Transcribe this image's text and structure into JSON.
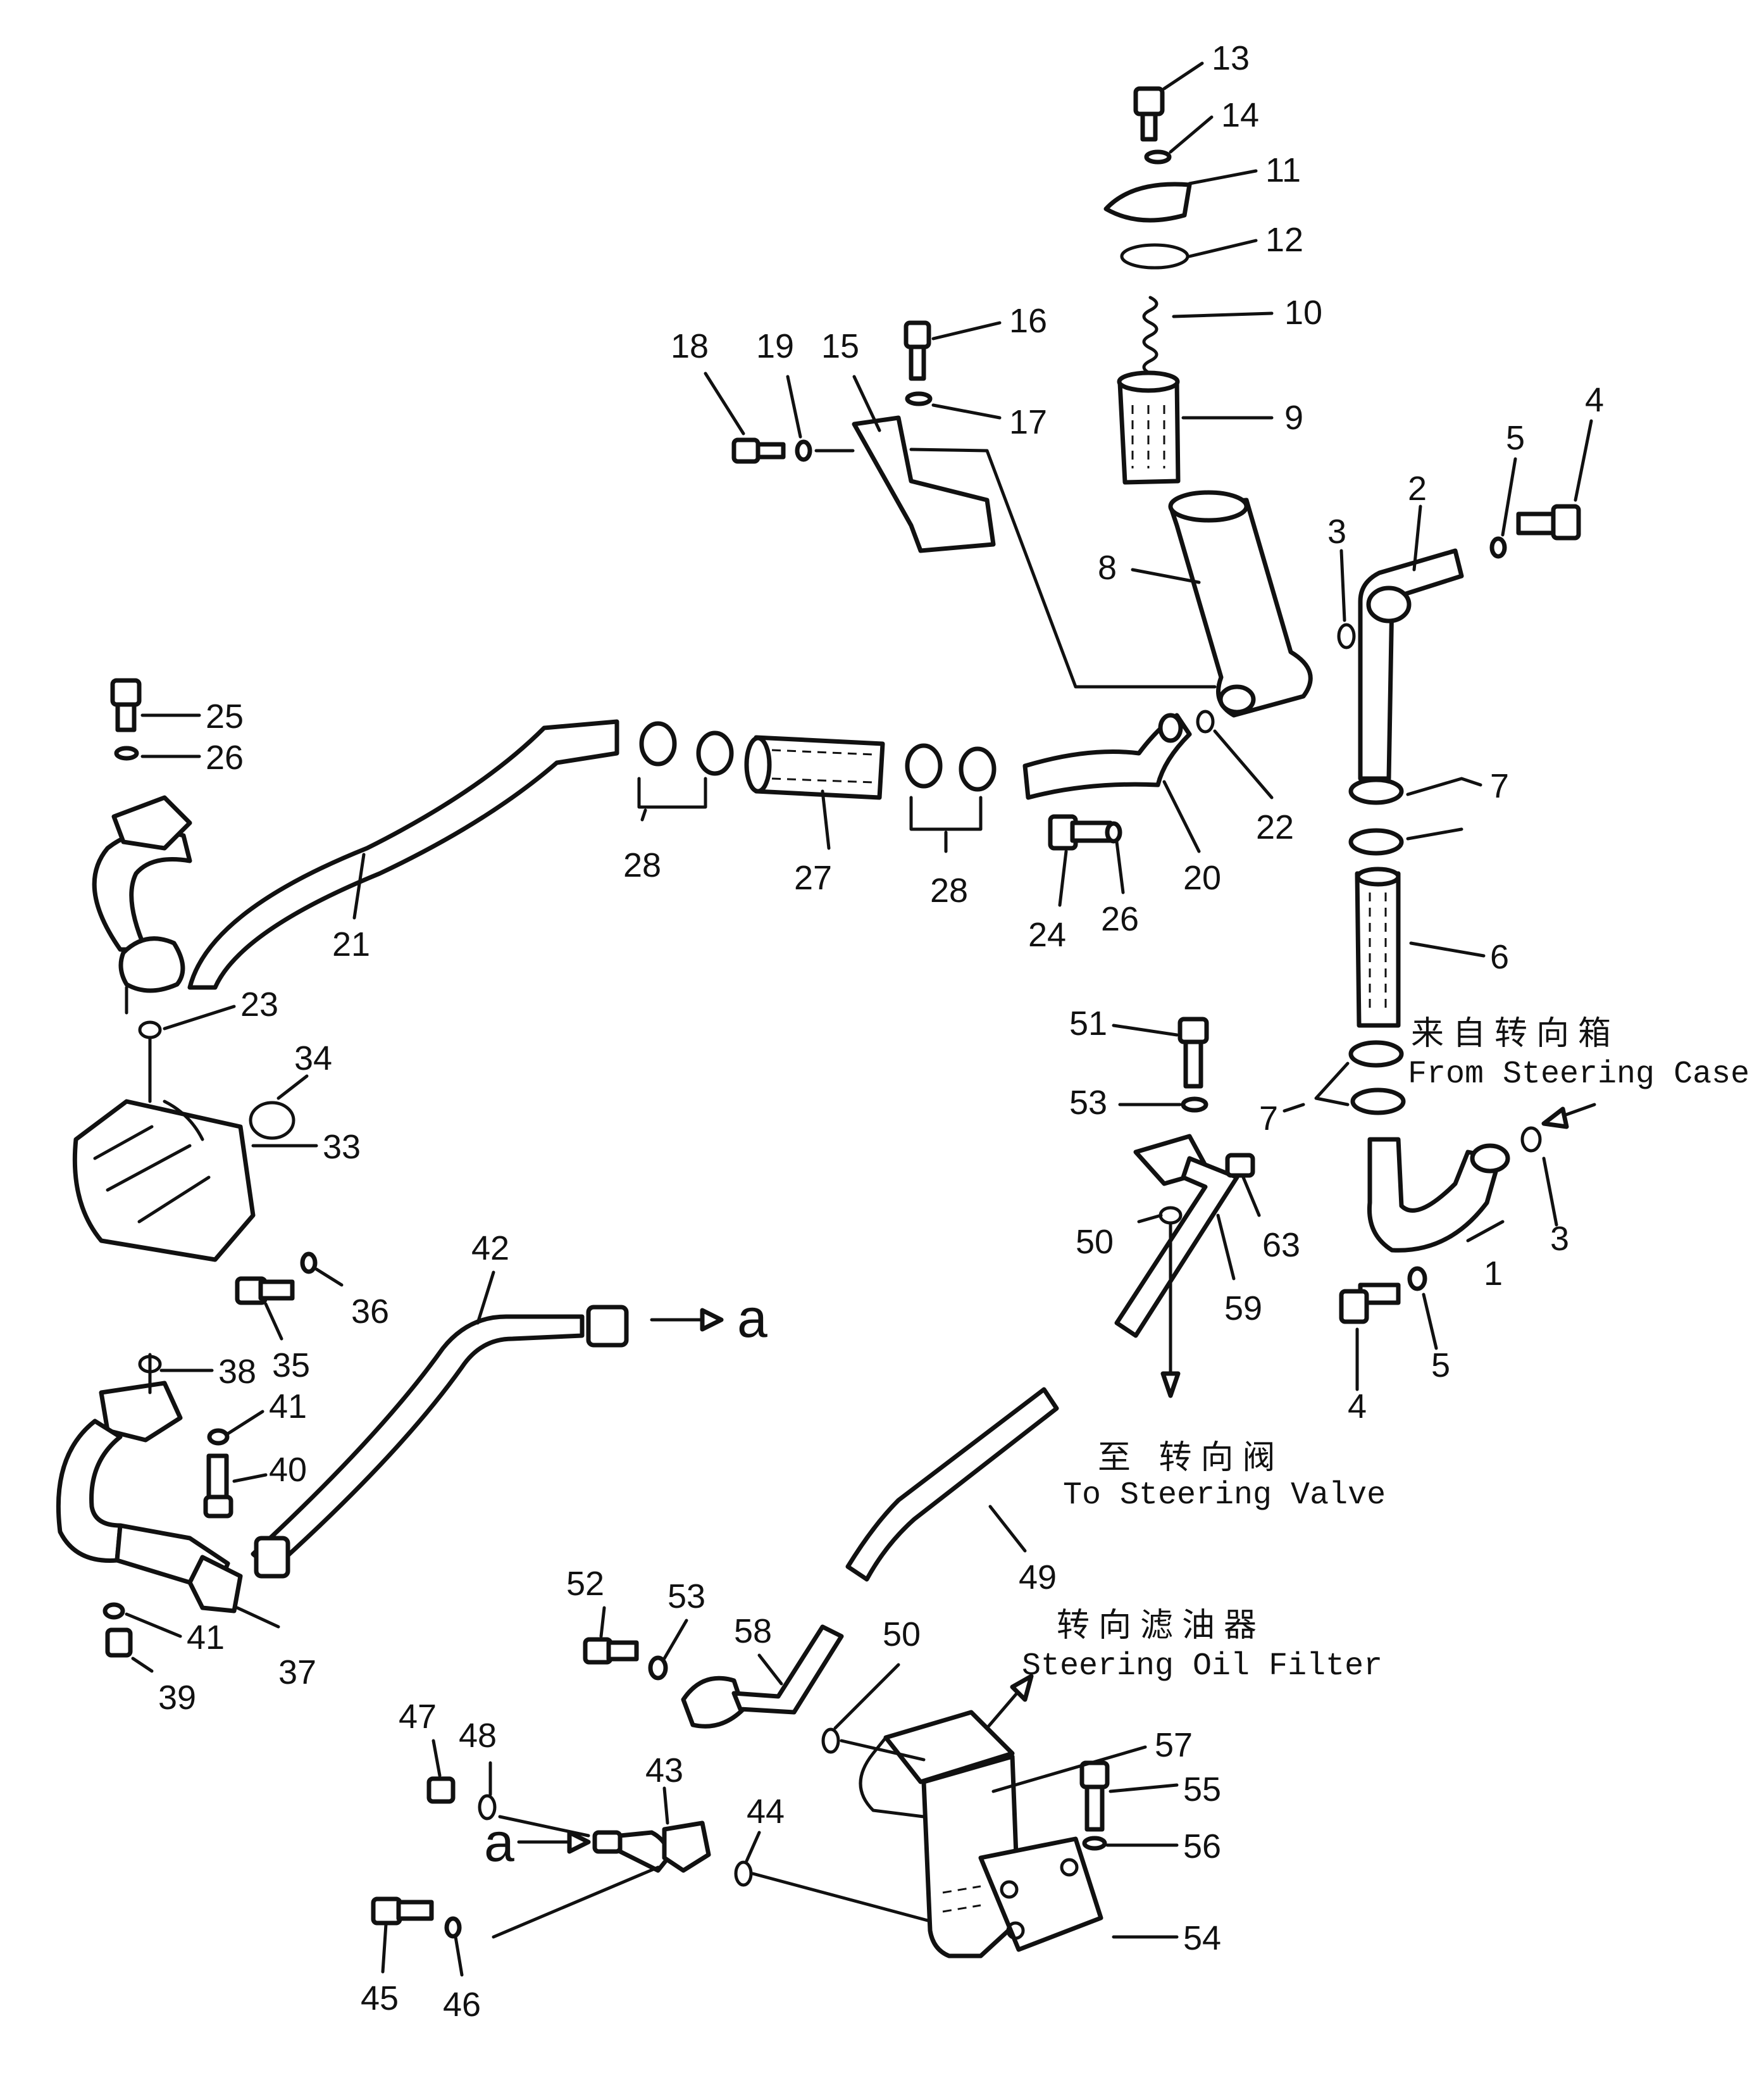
{
  "diagram": {
    "part_numbers": [
      "1",
      "2",
      "3",
      "3",
      "4",
      "4",
      "5",
      "5",
      "6",
      "7",
      "7",
      "8",
      "9",
      "10",
      "11",
      "12",
      "13",
      "14",
      "15",
      "16",
      "17",
      "18",
      "19",
      "20",
      "21",
      "22",
      "23",
      "24",
      "25",
      "26",
      "26",
      "27",
      "28",
      "28",
      "33",
      "34",
      "35",
      "36",
      "37",
      "38",
      "39",
      "40",
      "41",
      "41",
      "42",
      "43",
      "44",
      "45",
      "46",
      "47",
      "48",
      "49",
      "50",
      "50",
      "51",
      "52",
      "53",
      "53",
      "54",
      "55",
      "56",
      "57",
      "58",
      "59",
      "63"
    ],
    "connector_label": "a",
    "callouts": {
      "from_steering_case_cn": "来自转向箱",
      "from_steering_case_en": "From Steering Case",
      "to_steering_valve_cn": "至 转向阀",
      "to_steering_valve_en": "To Steering Valve",
      "steering_oil_filter_cn": "转向滤油器",
      "steering_oil_filter_en": "Steering Oil Filter"
    }
  }
}
